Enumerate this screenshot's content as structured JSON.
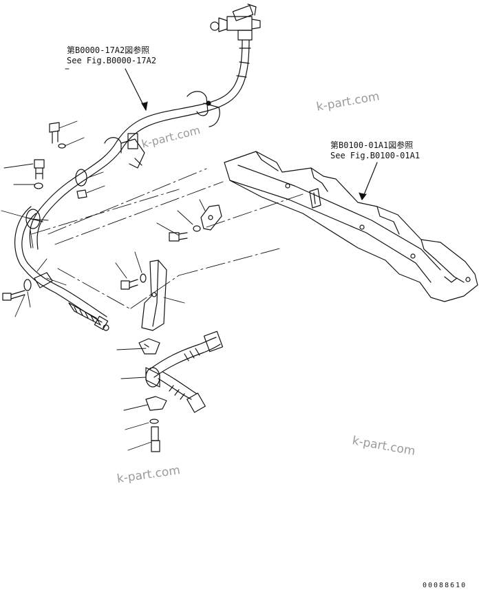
{
  "references": [
    {
      "jp": "第B0000-17A2図参照",
      "en": "See Fig.B0000-17A2"
    },
    {
      "jp": "第B0100-01A1図参照",
      "en": "See Fig.B0100-01A1"
    }
  ],
  "watermarks": [
    "k-part.com",
    "k-part.com",
    "k-part.com",
    "k-part.com"
  ],
  "drawing_id": "00088610",
  "colors": {
    "ink": "#111111",
    "watermark": "#9a9a9a",
    "background": "#ffffff"
  }
}
